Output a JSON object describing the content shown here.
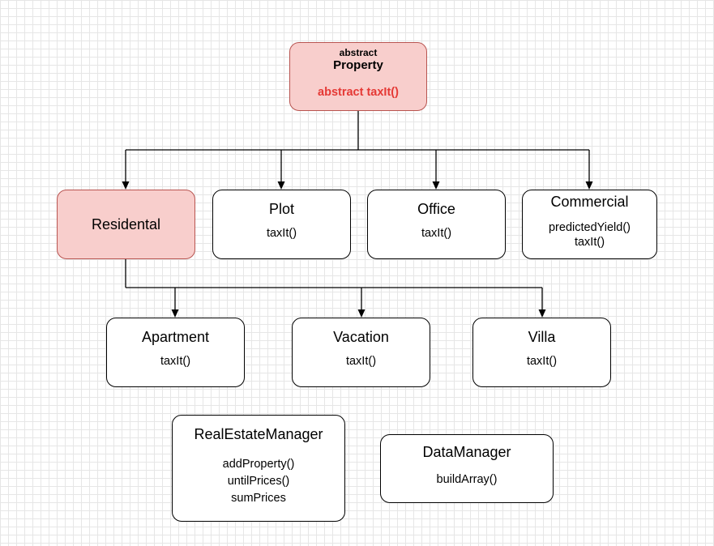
{
  "colors": {
    "highlight_fill": "#f8cecc",
    "highlight_border": "#b85450",
    "abstract_text": "#e53935",
    "grid": "#e6e6e6"
  },
  "property": {
    "stereotype": "abstract",
    "name": "Property",
    "method": "abstract taxIt()"
  },
  "residental": {
    "name": "Residental"
  },
  "plot": {
    "name": "Plot",
    "methods": [
      "taxIt()"
    ]
  },
  "office": {
    "name": "Office",
    "methods": [
      "taxIt()"
    ]
  },
  "commercial": {
    "name": "Commercial",
    "methods": [
      "predictedYield()",
      "taxIt()"
    ]
  },
  "apartment": {
    "name": "Apartment",
    "methods": [
      "taxIt()"
    ]
  },
  "vacation": {
    "name": "Vacation",
    "methods": [
      "taxIt()"
    ]
  },
  "villa": {
    "name": "Villa",
    "methods": [
      "taxIt()"
    ]
  },
  "real_estate_manager": {
    "name": "RealEstateManager",
    "methods": [
      "addProperty()",
      "untilPrices()",
      "sumPrices"
    ]
  },
  "data_manager": {
    "name": "DataManager",
    "methods": [
      "buildArray()"
    ]
  }
}
